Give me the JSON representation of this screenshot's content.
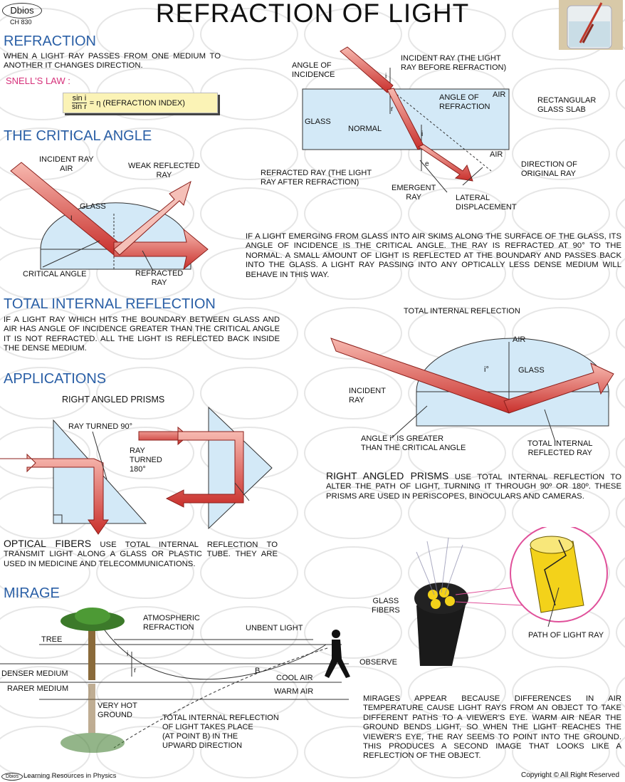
{
  "title": "REFRACTION OF LIGHT",
  "logo": {
    "brand": "Dbios",
    "code": "CH 830"
  },
  "watermark_text": "Dbios",
  "refraction": {
    "heading": "REFRACTION",
    "body": "WHEN A LIGHT RAY PASSES FROM ONE MEDIUM TO ANOTHER IT CHANGES DIRECTION.",
    "snell_label": "SNELL'S LAW :",
    "formula": {
      "numerator": "sin i",
      "denominator": "sin r",
      "rhs": "= η  (REFRACTION INDEX)"
    },
    "diagram": {
      "angle_of_incidence": "ANGLE OF\nINCIDENCE",
      "incident_ray": "INCIDENT RAY (THE LIGHT\nRAY BEFORE REFRACTION)",
      "air_top": "AIR",
      "air_bottom": "AIR",
      "angle_of_refraction": "ANGLE OF\nREFRACTION",
      "slab": "RECTANGULAR\nGLASS SLAB",
      "glass": "GLASS",
      "normal": "NORMAL",
      "refracted_ray": "REFRACTED RAY (THE LIGHT\nRAY AFTER REFRACTION)",
      "original_direction": "DIRECTION OF\nORIGINAL RAY",
      "emergent_ray": "EMERGENT\nRAY",
      "lateral": "LATERAL\nDISPLACEMENT",
      "i1": "i",
      "r": "r",
      "i2": "i",
      "e": "e"
    }
  },
  "critical": {
    "heading": "THE CRITICAL ANGLE",
    "incident": "INCIDENT RAY\nAIR",
    "weak_reflected": "WEAK REFLECTED\nRAY",
    "glass": "GLASS",
    "i": "I",
    "critical_angle": "CRITICAL ANGLE",
    "refracted": "REFRACTED\nRAY",
    "paragraph": "IF A LIGHT EMERGING FROM GLASS INTO AIR SKIMS ALONG THE SURFACE OF THE GLASS, ITS ANGLE OF INCIDENCE IS THE CRITICAL ANGLE. THE RAY IS REFRACTED AT 90° TO THE NORMAL. A SMALL AMOUNT OF LIGHT IS REFLECTED AT THE BOUNDARY AND PASSES BACK INTO THE GLASS. A LIGHT RAY PASSING INTO ANY OPTICALLY LESS DENSE MEDIUM WILL BEHAVE IN THIS WAY."
  },
  "tir": {
    "heading": "TOTAL INTERNAL REFLECTION",
    "body": "IF A LIGHT RAY WHICH HITS THE BOUNDARY BETWEEN GLASS AND AIR HAS ANGLE OF INCIDENCE GREATER THAN THE CRITICAL ANGLE IT IS NOT REFRACTED. ALL THE LIGHT IS REFLECTED BACK INSIDE THE DENSE MEDIUM.",
    "diagram_title": "TOTAL INTERNAL REFLECTION",
    "air": "AIR",
    "glass": "GLASS",
    "i": "i°",
    "incident": "INCIDENT\nRAY",
    "angle_note": "ANGLE i° IS GREATER\nTHAN THE CRITICAL ANGLE",
    "reflected": "TOTAL INTERNAL\nREFLECTED RAY"
  },
  "applications": {
    "heading": "APPLICATIONS",
    "prisms_title": "RIGHT ANGLED PRISMS",
    "ray90": "RAY TURNED 90°",
    "ray180": "RAY\nTURNED\n180°",
    "prisms_lead": "RIGHT ANGLED PRISMS",
    "prisms_text": " USE TOTAL INTERNAL REFLECTION TO ALTER THE PATH OF LIGHT, TURNING IT THROUGH 90º OR 180º. THESE PRISMS ARE USED IN PERISCOPES, BINOCULARS AND CAMERAS.",
    "fibers_lead": "OPTICAL FIBERS",
    "fibers_text": " USE TOTAL INTERNAL REFLECTION TO TRANSMIT LIGHT ALONG A GLASS OR PLASTIC TUBE. THEY ARE USED IN MEDICINE AND TELECOMMUNICATIONS.",
    "glass_fibers": "GLASS\nFIBERS",
    "path": "PATH OF LIGHT RAY"
  },
  "mirage": {
    "heading": "MIRAGE",
    "tree": "TREE",
    "atmospheric": "ATMOSPHERIC\nREFRACTION",
    "unbent": "UNBENT LIGHT",
    "denser": "DENSER MEDIUM",
    "rarer": "RARER MEDIUM",
    "cool": "COOL AIR",
    "warm": "WARM AIR",
    "b": "B",
    "observe": "OBSERVE",
    "i": "i",
    "r": "r",
    "ground": "VERY HOT\nGROUND",
    "tir_note": "TOTAL INTERNAL REFLECTION\nOF LIGHT TAKES PLACE\n(AT POINT B) IN THE\nUPWARD DIRECTION",
    "paragraph": "MIRAGES APPEAR BECAUSE DIFFERENCES IN AIR TEMPERATURE CAUSE LIGHT RAYS FROM AN OBJECT TO TAKE DIFFERENT PATHS TO A VIEWER'S EYE. WARM AIR NEAR THE GROUND BENDS LIGHT, SO WHEN THE LIGHT REACHES THE VIEWER'S EYE, THE RAY SEEMS TO POINT INTO THE GROUND. THIS PRODUCES A SECOND IMAGE THAT LOOKS LIKE A REFLECTION OF THE OBJECT."
  },
  "footer": {
    "brand": "Dbios",
    "left": "Learning Resources in Physics",
    "right": "Copyright © All Right  Reserved"
  },
  "colors": {
    "heading": "#2a5fa6",
    "snell": "#d6307a",
    "ray": "#d9433f",
    "glass": "#cfe6f5",
    "formula_bg": "#fbf3b6"
  }
}
